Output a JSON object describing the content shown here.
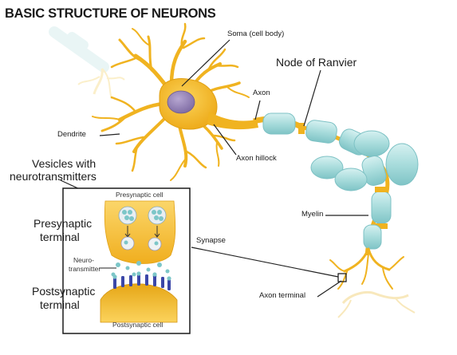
{
  "title": "BASIC STRUCTURE OF NEURONS",
  "labels": {
    "soma": "Soma (cell body)",
    "node_of_ranvier": "Node of Ranvier",
    "axon": "Axon",
    "dendrite": "Dendrite",
    "axon_hillock": "Axon hillock",
    "vesicles_line1": "Vesicles with",
    "vesicles_line2": "neurotransmitters",
    "presynaptic_cell": "Presynaptic cell",
    "presynaptic_terminal_line1": "Presynaptic",
    "presynaptic_terminal_line2": "terminal",
    "myelin": "Myelin",
    "synapse": "Synapse",
    "neurotransmitter_line1": "Neuro-",
    "neurotransmitter_line2": "transmitter",
    "postsynaptic_terminal_line1": "Postsynaptic",
    "postsynaptic_terminal_line2": "terminal",
    "axon_terminal": "Axon terminal",
    "postsynaptic_cell": "Postsynaptic cell"
  },
  "colors": {
    "neuron_body": "#f2b824",
    "neuron_outline": "#d99a12",
    "nucleus": "#9b87b8",
    "myelin_fill": "#a8dcdc",
    "myelin_outline": "#7cc1c4",
    "inset_border": "#1a1a1a",
    "receptor": "#3b47a8"
  }
}
